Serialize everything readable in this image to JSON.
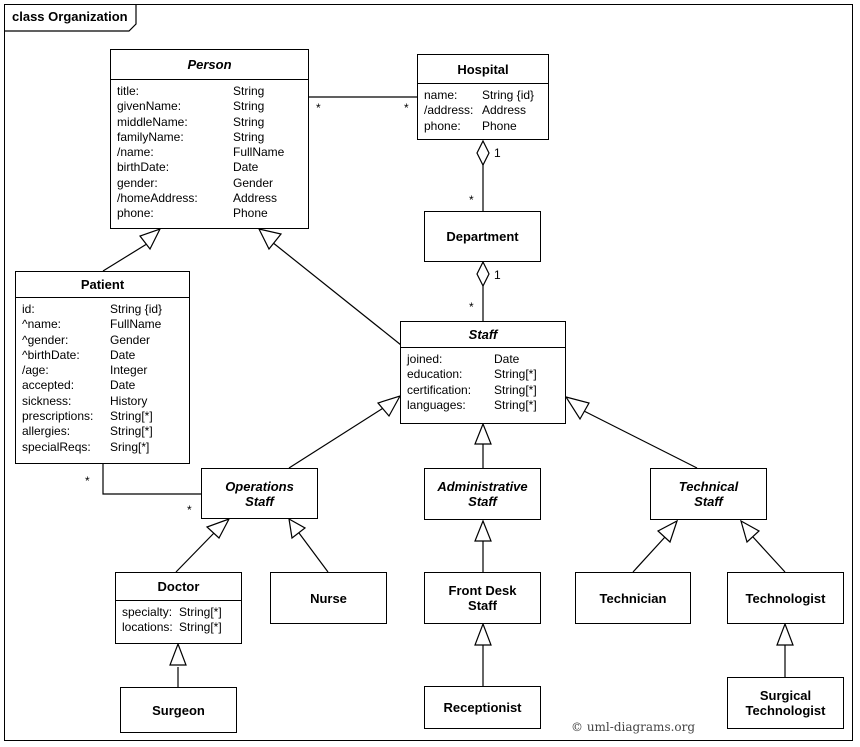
{
  "diagram": {
    "frame_title": "class Organization",
    "copyright": "© uml-diagrams.org"
  },
  "classes": {
    "person": {
      "name": "Person",
      "attributes": [
        {
          "n": "title:",
          "t": "String"
        },
        {
          "n": "givenName:",
          "t": "String"
        },
        {
          "n": "middleName:",
          "t": "String"
        },
        {
          "n": "familyName:",
          "t": "String"
        },
        {
          "n": "/name:",
          "t": "FullName"
        },
        {
          "n": "birthDate:",
          "t": "Date"
        },
        {
          "n": "gender:",
          "t": "Gender"
        },
        {
          "n": "/homeAddress:",
          "t": "Address"
        },
        {
          "n": "phone:",
          "t": "Phone"
        }
      ]
    },
    "hospital": {
      "name": "Hospital",
      "attributes": [
        {
          "n": "name:",
          "t": "String {id}"
        },
        {
          "n": "/address:",
          "t": "Address"
        },
        {
          "n": "phone:",
          "t": "Phone"
        }
      ]
    },
    "department": {
      "name": "Department"
    },
    "patient": {
      "name": "Patient",
      "attributes": [
        {
          "n": "id:",
          "t": "String {id}"
        },
        {
          "n": "^name:",
          "t": "FullName"
        },
        {
          "n": "^gender:",
          "t": "Gender"
        },
        {
          "n": "^birthDate:",
          "t": "Date"
        },
        {
          "n": "/age:",
          "t": "Integer"
        },
        {
          "n": "accepted:",
          "t": "Date"
        },
        {
          "n": "sickness:",
          "t": "History"
        },
        {
          "n": "prescriptions:",
          "t": "String[*]"
        },
        {
          "n": "allergies:",
          "t": "String[*]"
        },
        {
          "n": "specialReqs:",
          "t": "Sring[*]"
        }
      ]
    },
    "staff": {
      "name": "Staff",
      "attributes": [
        {
          "n": "joined:",
          "t": "Date"
        },
        {
          "n": "education:",
          "t": "String[*]"
        },
        {
          "n": "certification:",
          "t": "String[*]"
        },
        {
          "n": "languages:",
          "t": "String[*]"
        }
      ]
    },
    "operations_staff": {
      "line1": "Operations",
      "line2": "Staff"
    },
    "administrative_staff": {
      "line1": "Administrative",
      "line2": "Staff"
    },
    "technical_staff": {
      "line1": "Technical",
      "line2": "Staff"
    },
    "doctor": {
      "name": "Doctor",
      "attributes": [
        {
          "n": "specialty:",
          "t": "String[*]"
        },
        {
          "n": "locations:",
          "t": "String[*]"
        }
      ]
    },
    "nurse": {
      "name": "Nurse"
    },
    "front_desk_staff": {
      "line1": "Front Desk",
      "line2": "Staff"
    },
    "technician": {
      "name": "Technician"
    },
    "technologist": {
      "name": "Technologist"
    },
    "surgeon": {
      "name": "Surgeon"
    },
    "receptionist": {
      "name": "Receptionist"
    },
    "surgical_technologist": {
      "line1": "Surgical",
      "line2": "Technologist"
    }
  },
  "multiplicities": {
    "person_hospital_person_end": "*",
    "person_hospital_hospital_end": "*",
    "hospital_department_hospital_end": "1",
    "hospital_department_department_end": "*",
    "department_staff_department_end": "1",
    "department_staff_staff_end": "*",
    "patient_ops_patient_end": "*",
    "patient_ops_ops_end": "*"
  }
}
